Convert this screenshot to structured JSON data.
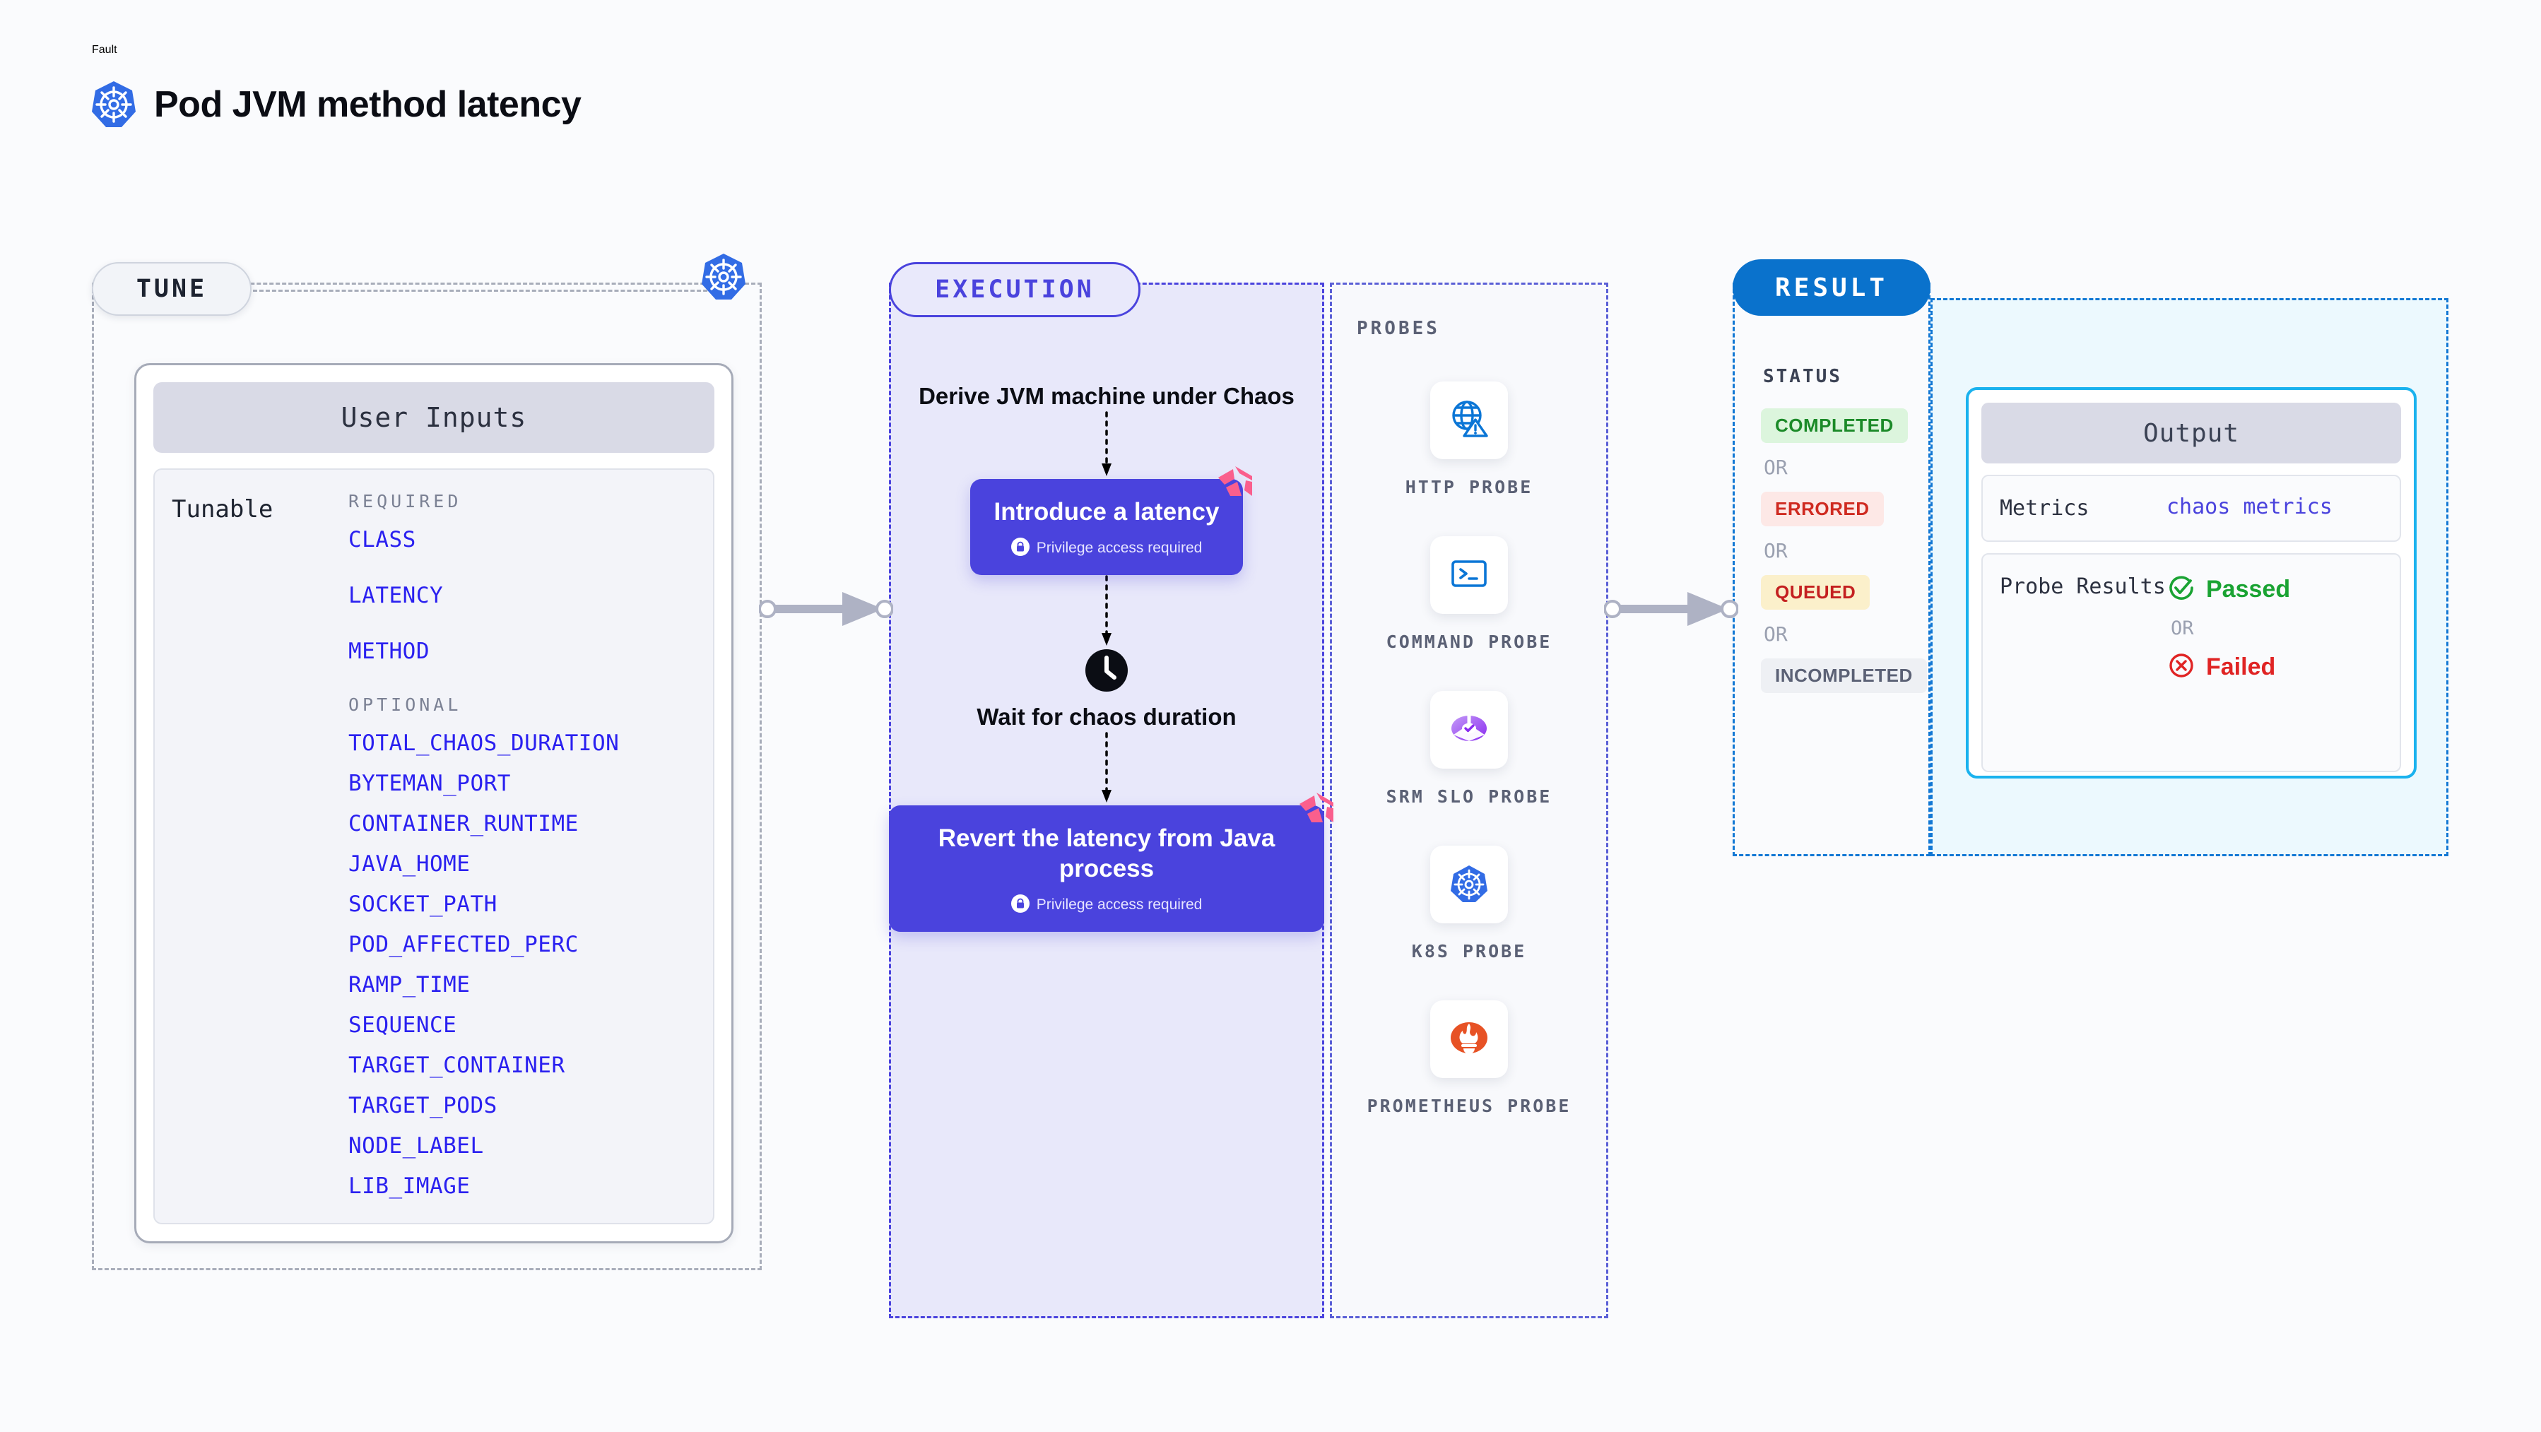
{
  "header": {
    "kicker": "Fault",
    "title": "Pod JVM method latency",
    "logo_icon": "kubernetes-icon"
  },
  "colors": {
    "kubernetes_blue": "#326ce5",
    "execution_purple": "#4a43dd",
    "execution_bg": "#e8e8fa",
    "result_blue": "#0a72cc",
    "output_cyan": "#1ab2ee",
    "output_bg": "#ecf9fe",
    "param_link": "#2a20f0",
    "litmus_pink": "#fa5f8d",
    "passed_green": "#1aa333",
    "failed_red": "#e02424"
  },
  "tune": {
    "pill_label": "TUNE",
    "badge_icon": "kubernetes-icon",
    "card": {
      "header": "User Inputs",
      "tunable_label": "Tunable",
      "required_title": "REQUIRED",
      "required": [
        "CLASS",
        "LATENCY",
        "METHOD"
      ],
      "optional_title": "OPTIONAL",
      "optional": [
        "TOTAL_CHAOS_DURATION",
        "BYTEMAN_PORT",
        "CONTAINER_RUNTIME",
        "JAVA_HOME",
        "SOCKET_PATH",
        "POD_AFFECTED_PERC",
        "RAMP_TIME",
        "SEQUENCE",
        "TARGET_CONTAINER",
        "TARGET_PODS",
        "NODE_LABEL",
        "LIB_IMAGE"
      ]
    }
  },
  "execution": {
    "pill_label": "EXECUTION",
    "steps": [
      {
        "type": "label",
        "text": "Derive JVM machine under Chaos"
      },
      {
        "type": "box",
        "title": "Introduce a latency",
        "privilege": "Privilege access required",
        "privilege_icon": "lock-icon",
        "badge_icon": "litmus-icon"
      },
      {
        "type": "label",
        "icon": "clock-icon",
        "text": "Wait for chaos duration"
      },
      {
        "type": "box",
        "title": "Revert the latency from Java process",
        "privilege": "Privilege access required",
        "privilege_icon": "lock-icon",
        "badge_icon": "litmus-icon"
      }
    ]
  },
  "probes": {
    "title": "PROBES",
    "items": [
      {
        "name": "HTTP PROBE",
        "icon": "globe-warning-icon"
      },
      {
        "name": "COMMAND PROBE",
        "icon": "terminal-icon"
      },
      {
        "name": "SRM SLO PROBE",
        "icon": "srm-slo-icon"
      },
      {
        "name": "K8S PROBE",
        "icon": "kubernetes-icon"
      },
      {
        "name": "PROMETHEUS PROBE",
        "icon": "prometheus-icon"
      }
    ]
  },
  "result": {
    "pill_label": "RESULT",
    "status_title": "STATUS",
    "or_label": "OR",
    "statuses": [
      {
        "label": "COMPLETED",
        "bg": "#dcf5dd",
        "fg": "#1b8a28"
      },
      {
        "label": "ERRORED",
        "bg": "#fde8e6",
        "fg": "#cf2a20"
      },
      {
        "label": "QUEUED",
        "bg": "#fbf0cb",
        "fg": "#c42020"
      },
      {
        "label": "INCOMPLETED",
        "bg": "#eef0f4",
        "fg": "#5b6175"
      }
    ]
  },
  "output": {
    "header": "Output",
    "metrics_label": "Metrics",
    "metrics_value": "chaos metrics",
    "probe_results_label": "Probe Results",
    "passed_label": "Passed",
    "passed_icon": "check-circle-icon",
    "or_label": "OR",
    "failed_label": "Failed",
    "failed_icon": "x-circle-icon"
  }
}
